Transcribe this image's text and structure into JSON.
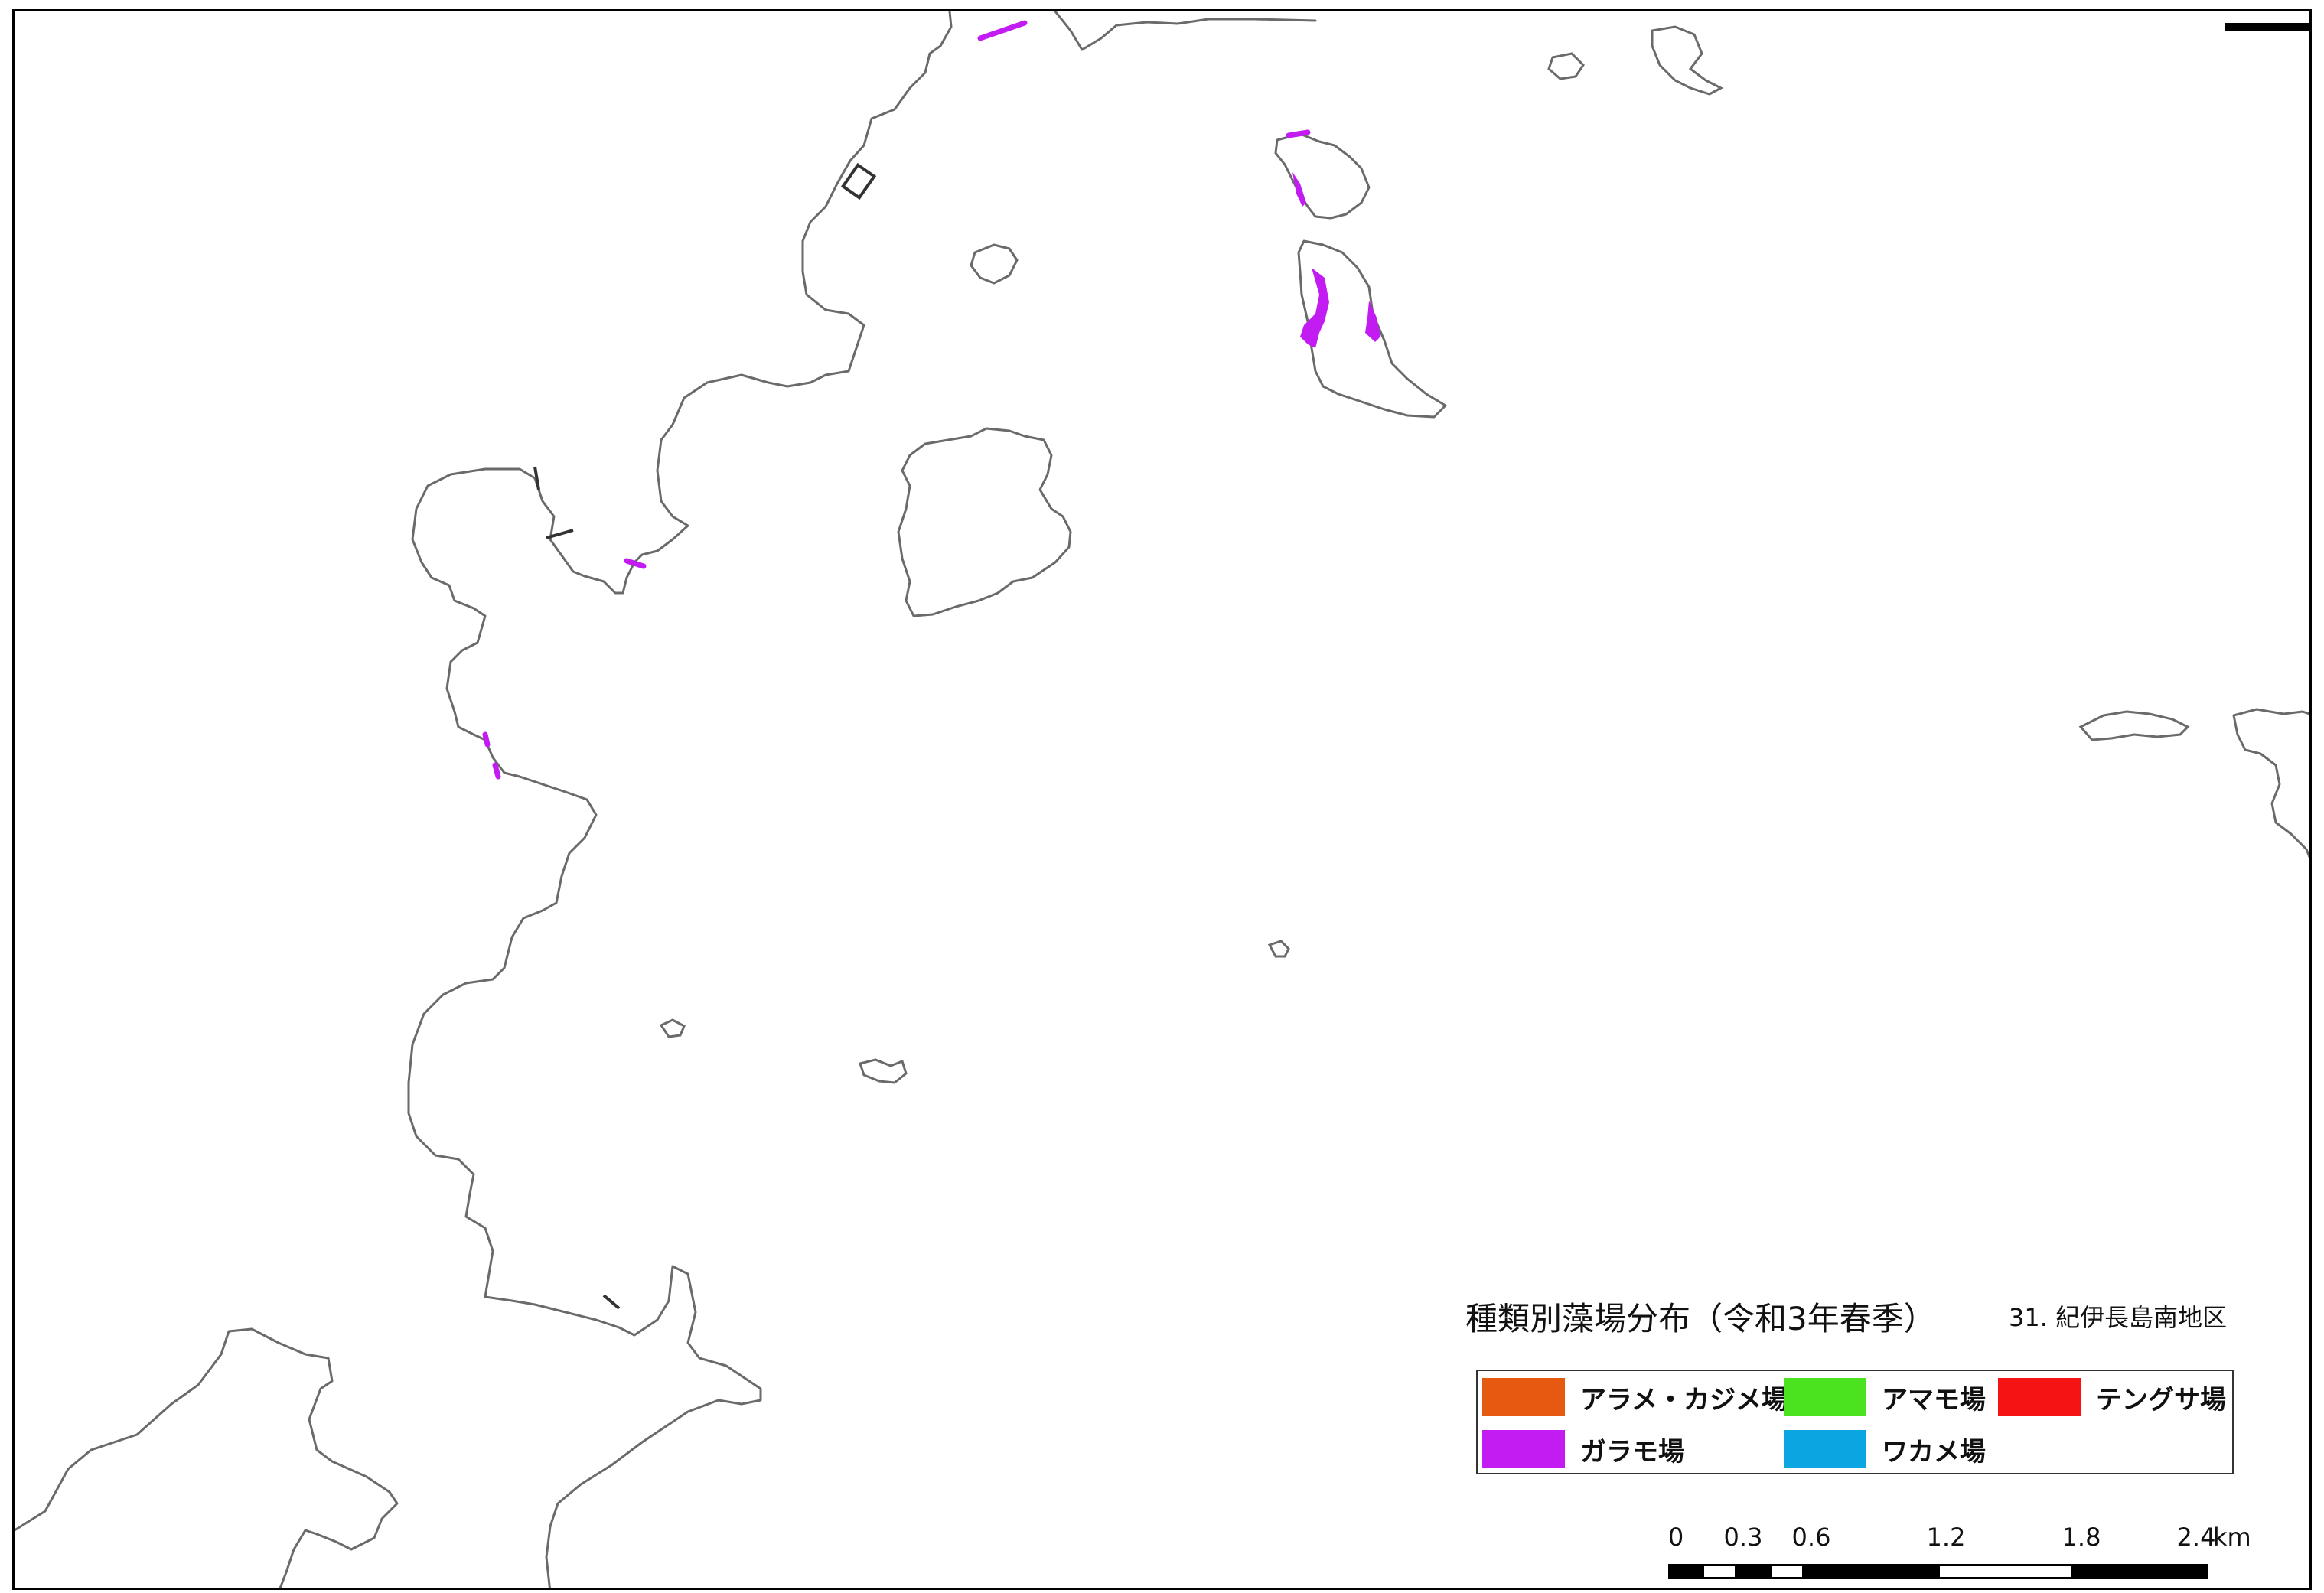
{
  "map": {
    "title": "種類別藻場分布（令和3年春季）",
    "subtitle": "31. 紀伊長島南地区"
  },
  "legend": {
    "items": [
      {
        "label": "アラメ・カジメ場",
        "color": "#e55a10"
      },
      {
        "label": "アマモ場",
        "color": "#4be31f"
      },
      {
        "label": "テングサ場",
        "color": "#f51313"
      },
      {
        "label": "ガラモ場",
        "color": "#c21cf2"
      },
      {
        "label": "ワカメ場",
        "color": "#0ba6e2"
      }
    ]
  },
  "scale": {
    "ticks": [
      "0",
      "0.3",
      "0.6",
      "1.2",
      "1.8",
      "2.4"
    ],
    "units": "km"
  }
}
